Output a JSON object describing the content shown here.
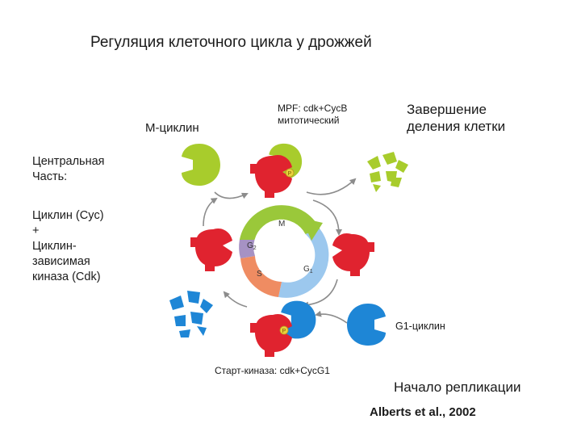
{
  "title": "Регуляция клеточного цикла у дрожжей",
  "labels": {
    "m_cyclin": "М-циклин",
    "mpf_line1": "MPF: cdk+CycB",
    "mpf_line2": "митотический",
    "completion_line1": "Завершение",
    "completion_line2": "деления клетки",
    "central_line1": "Центральная",
    "central_line2": "Часть:",
    "cyclin_desc": "Циклин (Cyc)\n+\nЦиклин-\nзависимая\nкиназа (Cdk)",
    "g1_cyclin": "G1-циклин",
    "start_kinase": "Старт-киназа: cdk+CycG1",
    "replication_start": "Начало репликации",
    "citation": "Alberts et al., 2002"
  },
  "cycle_phases": [
    {
      "label": "M",
      "color": "#9ac83a"
    },
    {
      "label": "G",
      "sub": "1",
      "color": "#9cc8ee"
    },
    {
      "label": "S",
      "color": "#ef8c62"
    },
    {
      "label": "G",
      "sub": "2",
      "color": "#a692c4"
    }
  ],
  "phosphate_label": "P",
  "colors": {
    "cdk_red": "#e0232f",
    "m_cyclin_green": "#a8cc2c",
    "g1_cyclin_blue": "#1e86d6",
    "arrow_gray": "#8c8c8c",
    "phosphate_yellow": "#e9d23c"
  }
}
